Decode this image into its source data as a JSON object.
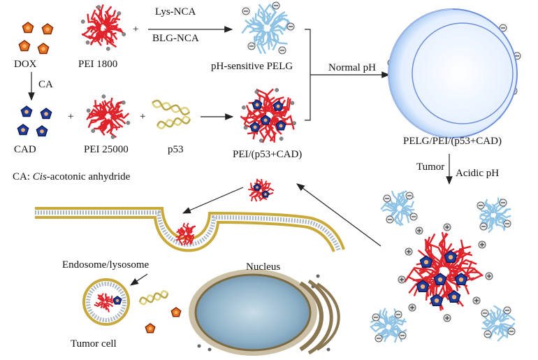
{
  "labels": {
    "dox": "DOX",
    "ca_arrow": "CA",
    "cad": "CAD",
    "pei1800": "PEI 1800",
    "pei25000": "PEI 25000",
    "p53": "p53",
    "lys_nca": "Lys-NCA",
    "blg_nca": "BLG-NCA",
    "pelg": "pH-sensitive PELG",
    "pei_complex": "PEI/(p53+CAD)",
    "normal_ph": "Normal pH",
    "pelg_complex": "PELG/PEI/(p53+CAD)",
    "tumor": "Tumor",
    "acidic_ph": "Acidic pH",
    "ca_def_prefix": "CA: ",
    "ca_def_italic": "Cis",
    "ca_def_rest": "-acotonic anhydride",
    "endosome": "Endosome/lysosome",
    "nucleus": "Nucleus",
    "tumor_cell": "Tumor cell",
    "plus": "+"
  },
  "colors": {
    "pei_red": "#e0232a",
    "pelg_blue": "#8fc3e6",
    "dox_orange": "#e8731f",
    "cad_blue": "#1f3d9c",
    "membrane_gold": "#c9a93a",
    "membrane_grey": "#a9b4c4",
    "nucleus_blue": "#8fb2c8",
    "p53_yellow": "#e0d27a"
  }
}
